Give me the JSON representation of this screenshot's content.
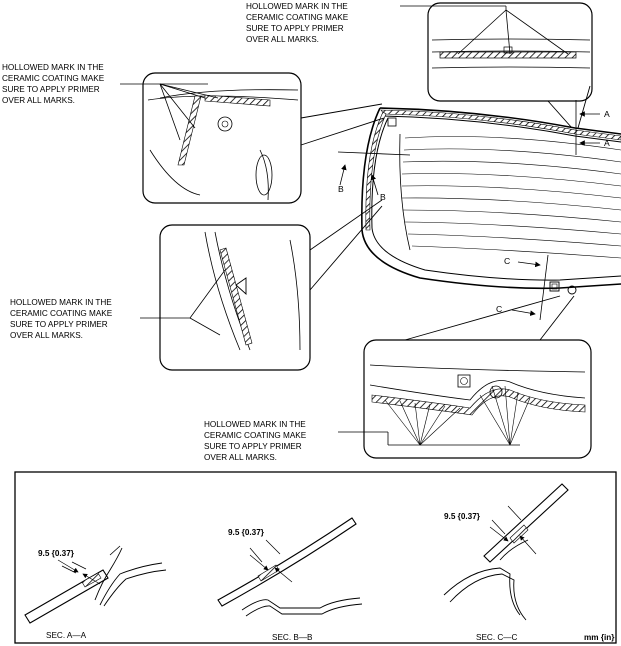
{
  "callouts": {
    "top": [
      "HOLLOWED MARK IN THE",
      "CERAMIC COATING MAKE",
      "SURE TO APPLY PRIMER",
      "OVER ALL MARKS."
    ],
    "upper_left": [
      "HOLLOWED MARK IN THE",
      "CERAMIC COATING MAKE",
      "SURE TO APPLY PRIMER",
      "OVER ALL MARKS."
    ],
    "mid_left": [
      "HOLLOWED MARK IN THE",
      "CERAMIC COATING MAKE",
      "SURE TO APPLY PRIMER",
      "OVER ALL MARKS."
    ],
    "bottom": [
      "HOLLOWED MARK IN THE",
      "CERAMIC COATING MAKE",
      "SURE TO APPLY PRIMER",
      "OVER ALL MARKS."
    ]
  },
  "section_markers": {
    "a_top": "A",
    "a_bottom": "A",
    "b_left": "B",
    "b_right": "B",
    "c_top": "C",
    "c_bottom": "C"
  },
  "sections": {
    "a": {
      "title": "SEC. A—A",
      "dimension": "9.5 {0.37}"
    },
    "b": {
      "title": "SEC. B—B",
      "dimension": "9.5 {0.37}"
    },
    "c": {
      "title": "SEC. C—C",
      "dimension": "9.5 {0.37}"
    }
  },
  "unit_label": "mm {in}"
}
